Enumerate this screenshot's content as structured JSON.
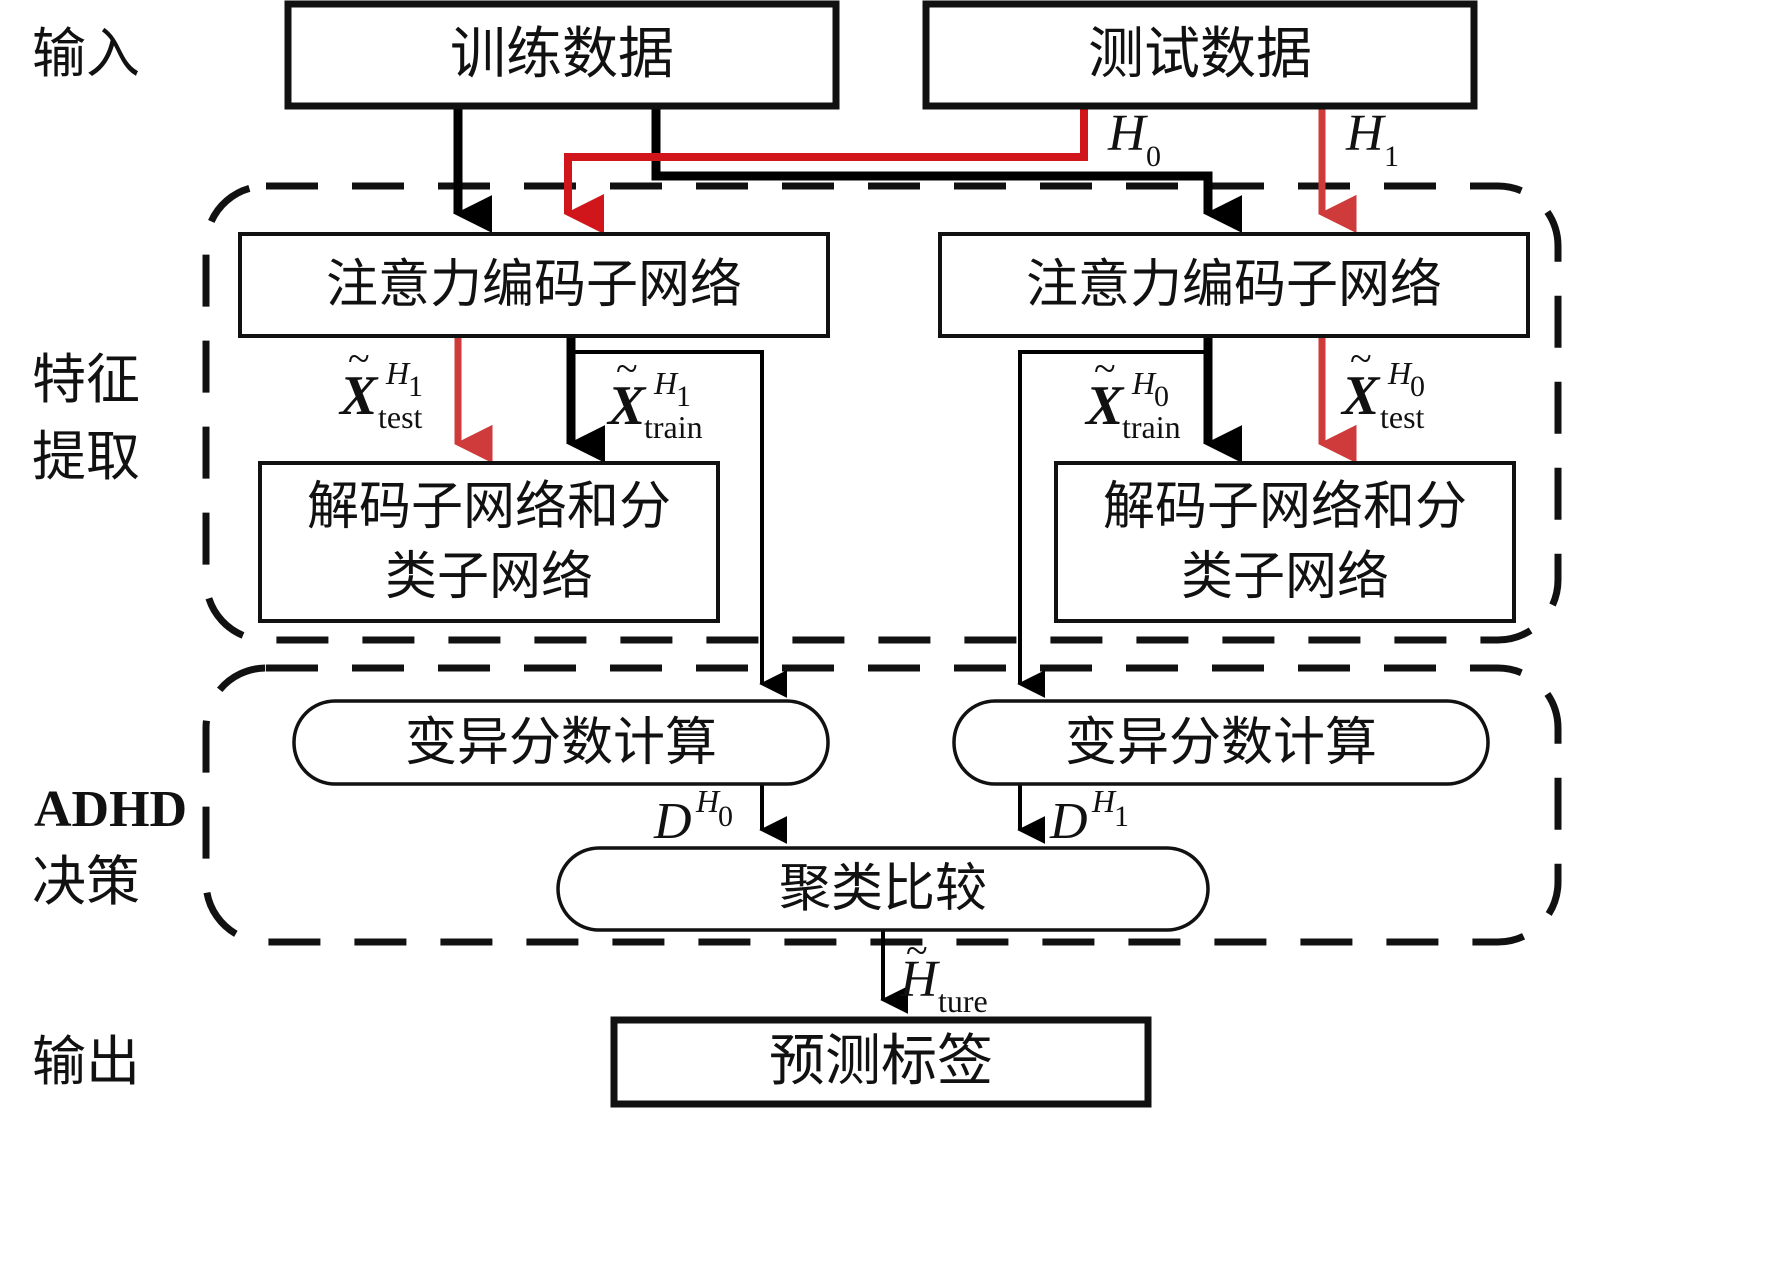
{
  "stages": {
    "input": "输入",
    "feature_line1": "特征",
    "feature_line2": "提取",
    "decision_line1": "ADHD",
    "decision_line2": "决策",
    "output": "输出"
  },
  "nodes": {
    "train_data": "训练数据",
    "test_data": "测试数据",
    "encoder_left": "注意力编码子网络",
    "encoder_right": "注意力编码子网络",
    "decoder_left_line1": "解码子网络和分",
    "decoder_left_line2": "类子网络",
    "decoder_right_line1": "解码子网络和分",
    "decoder_right_line2": "类子网络",
    "variation_left": "变异分数计算",
    "variation_right": "变异分数计算",
    "cluster_compare": "聚类比较",
    "predicted_label": "预测标签"
  },
  "edge_labels": {
    "h0": {
      "base": "H",
      "sub": "0"
    },
    "h1": {
      "base": "H",
      "sub": "1"
    },
    "x_test_h1": {
      "tilde": "~",
      "base": "X",
      "sup_base": "H",
      "sup_sub": "1",
      "sub": "test"
    },
    "x_train_h1": {
      "tilde": "~",
      "base": "X",
      "sup_base": "H",
      "sup_sub": "1",
      "sub": "train"
    },
    "x_train_h0": {
      "tilde": "~",
      "base": "X",
      "sup_base": "H",
      "sup_sub": "0",
      "sub": "train"
    },
    "x_test_h0": {
      "tilde": "~",
      "base": "X",
      "sup_base": "H",
      "sup_sub": "0",
      "sub": "test"
    },
    "d_h0": {
      "base": "D",
      "sup_base": "H",
      "sup_sub": "0"
    },
    "d_h1": {
      "base": "D",
      "sup_base": "H",
      "sup_sub": "1"
    },
    "h_ture": {
      "tilde": "~",
      "base": "H",
      "sub": "ture"
    }
  },
  "colors": {
    "test_path_red": "#d0151b",
    "test_path_red_light": "#cf3a3a",
    "train_path_black": "#000000"
  }
}
